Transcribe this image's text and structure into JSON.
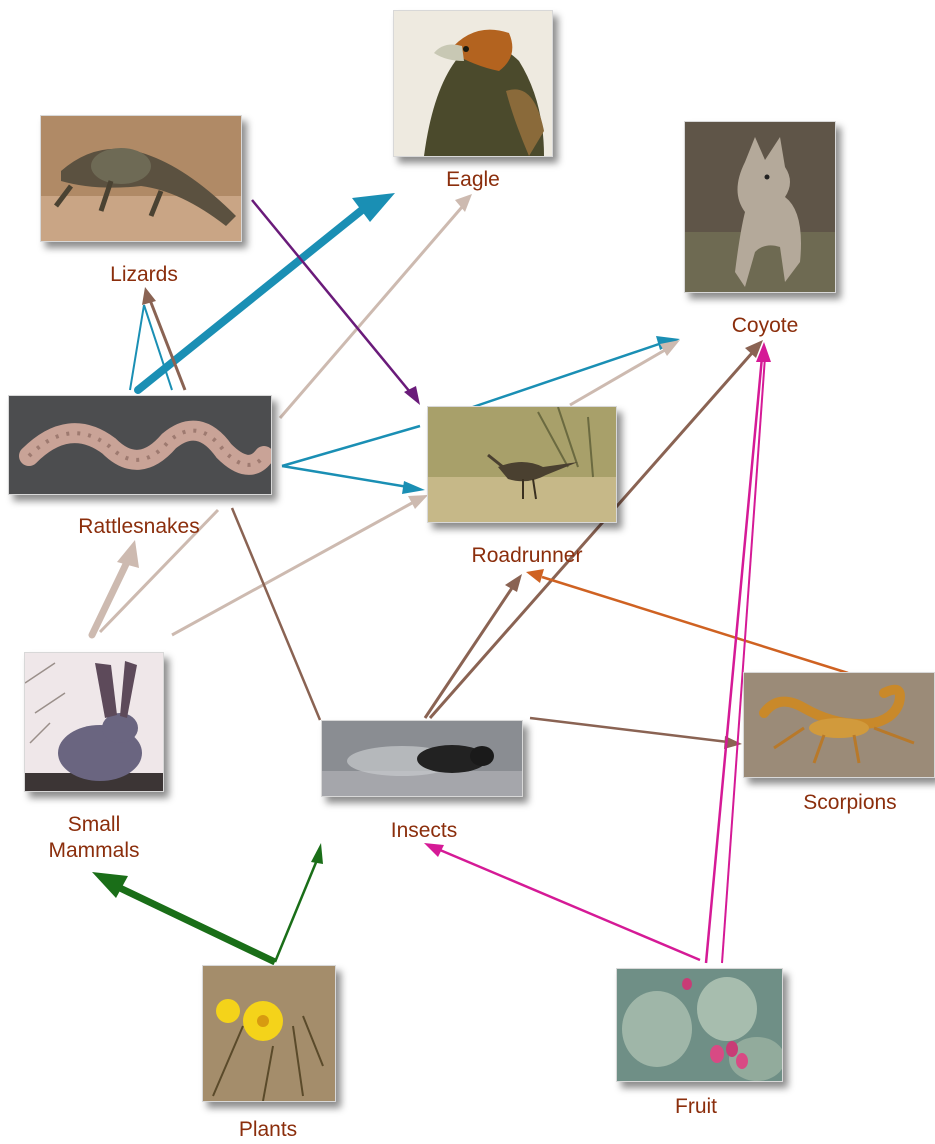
{
  "organisms": {
    "eagle": "Eagle",
    "lizards": "Lizards",
    "coyote": "Coyote",
    "rattlesnakes": "Rattlesnakes",
    "roadrunner": "Roadrunner",
    "small_mammals_line1": "Small",
    "small_mammals_line2": "Mammals",
    "insects": "Insects",
    "scorpions": "Scorpions",
    "plants": "Plants",
    "fruit": "Fruit"
  },
  "colors": {
    "label": "#8b2e0c",
    "teal": "#1a8fb4",
    "purple": "#6a1b7a",
    "pink": "#d51a96",
    "brown": "#8a6353",
    "tan": "#cdbab0",
    "orange": "#cf6222",
    "green": "#1a6e18"
  },
  "feeding_links": [
    {
      "from": "Lizards",
      "to": "Eagle",
      "color": "teal"
    },
    {
      "from": "Rattlesnakes",
      "to": "Eagle",
      "color": "teal"
    },
    {
      "from": "Rattlesnakes",
      "to": "Lizards",
      "color": "teal"
    },
    {
      "from": "Lizards",
      "to": "Roadrunner",
      "color": "purple"
    },
    {
      "from": "Roadrunner",
      "to": "Coyote",
      "color": "teal"
    },
    {
      "from": "Rattlesnakes",
      "to": "Roadrunner",
      "color": "teal"
    },
    {
      "from": "Small Mammals",
      "to": "Eagle",
      "color": "tan"
    },
    {
      "from": "Small Mammals",
      "to": "Rattlesnakes",
      "color": "tan"
    },
    {
      "from": "Small Mammals",
      "to": "Roadrunner",
      "color": "tan"
    },
    {
      "from": "Insects",
      "to": "Lizards",
      "color": "brown"
    },
    {
      "from": "Insects",
      "to": "Roadrunner",
      "color": "brown"
    },
    {
      "from": "Insects",
      "to": "Coyote",
      "color": "brown"
    },
    {
      "from": "Insects",
      "to": "Scorpions",
      "color": "brown"
    },
    {
      "from": "Scorpions",
      "to": "Roadrunner",
      "color": "orange"
    },
    {
      "from": "Fruit",
      "to": "Coyote",
      "color": "pink"
    },
    {
      "from": "Fruit",
      "to": "Insects",
      "color": "pink"
    },
    {
      "from": "Plants",
      "to": "Small Mammals",
      "color": "green"
    },
    {
      "from": "Plants",
      "to": "Insects",
      "color": "green"
    }
  ]
}
